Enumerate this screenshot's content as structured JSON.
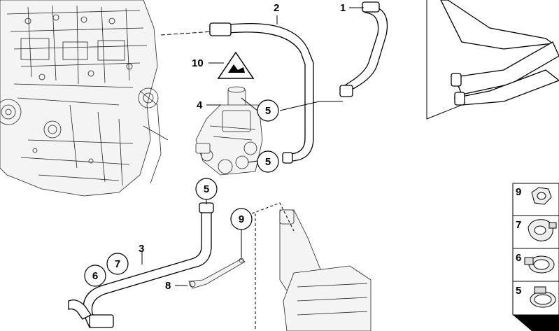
{
  "callouts": {
    "n1": "1",
    "n2": "2",
    "n3": "3",
    "n4": "4",
    "n8": "8",
    "n10": "10"
  },
  "circled": {
    "c5a": "5",
    "c5b": "5",
    "c5c": "5",
    "c9": "9",
    "c7": "7",
    "c6": "6"
  },
  "side_panel": {
    "items": [
      {
        "num": "9",
        "icon": "nut-icon"
      },
      {
        "num": "7",
        "icon": "clamp-icon"
      },
      {
        "num": "6",
        "icon": "hose-clamp-icon"
      },
      {
        "num": "5",
        "icon": "worm-clamp-icon"
      }
    ]
  }
}
